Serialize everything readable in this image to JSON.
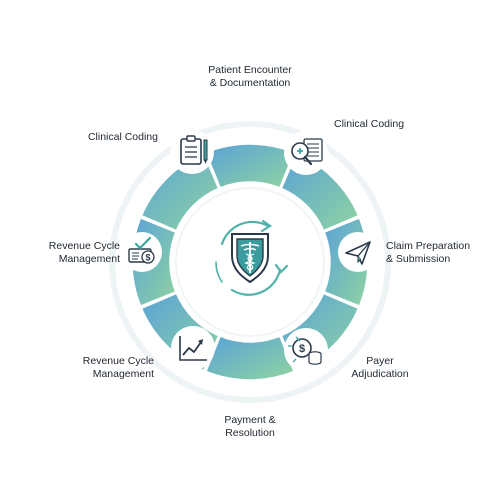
{
  "colors": {
    "ring_start": "#5aa2d8",
    "ring_end": "#8fd4a0",
    "icon_stroke": "#2b3a4a",
    "icon_accent": "#3aa6a0",
    "shield_fill": "#3a9c9e",
    "arrow": "#4fb3aa"
  },
  "stages": [
    {
      "lines": [
        "Patient Encounter",
        "& Documentation"
      ],
      "icon": "none"
    },
    {
      "lines": [
        "Clinical Coding"
      ],
      "icon": "coding-magnifier-icon"
    },
    {
      "lines": [
        "Claim Preparation",
        "& Submission"
      ],
      "icon": "paper-plane-icon"
    },
    {
      "lines": [
        "Payer",
        "Adjudication"
      ],
      "icon": "coins-dollar-icon"
    },
    {
      "lines": [
        "Payment &",
        "Resolution"
      ],
      "icon": "none"
    },
    {
      "lines": [
        "Revenue Cycle",
        "Management"
      ],
      "icon": "growth-chart-icon"
    },
    {
      "lines": [
        "Revenue Cycle",
        "Management"
      ],
      "icon": "check-dollar-icon"
    },
    {
      "lines": [
        "Clinical Coding"
      ],
      "icon": "clipboard-icon"
    }
  ],
  "center_icon": "shield-caduceus-icon"
}
